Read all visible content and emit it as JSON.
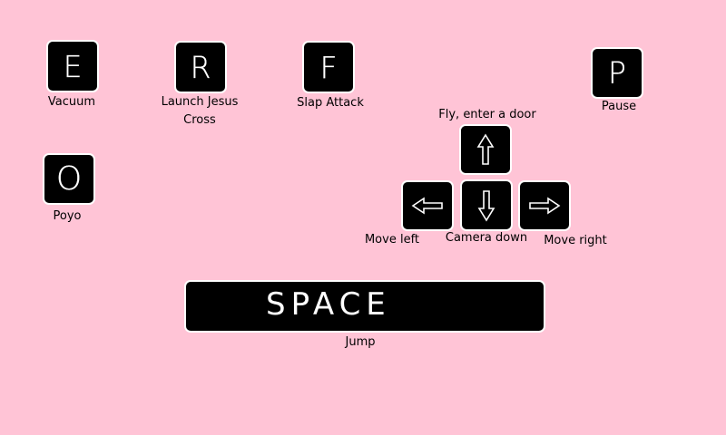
{
  "screen": {
    "background": "#ffc4d6",
    "key_color": "#000000",
    "key_border_color": "#ffffff"
  },
  "keys": {
    "e": {
      "letter": "E",
      "label": "Vacuum"
    },
    "r": {
      "letter": "R",
      "label_line1": "Launch Jesus",
      "label_line2": "Cross"
    },
    "f": {
      "letter": "F",
      "label": "Slap Attack"
    },
    "p": {
      "letter": "P",
      "label": "Pause"
    },
    "o": {
      "letter": "O",
      "label": "Poyo"
    },
    "up": {
      "icon": "arrow-up-icon",
      "label": "Fly, enter a door"
    },
    "left": {
      "icon": "arrow-left-icon",
      "label": "Move left"
    },
    "down": {
      "icon": "arrow-down-icon",
      "label": "Camera down"
    },
    "right": {
      "icon": "arrow-right-icon",
      "label": "Move right"
    },
    "space": {
      "letter": "SPACE",
      "label": "Jump"
    }
  }
}
